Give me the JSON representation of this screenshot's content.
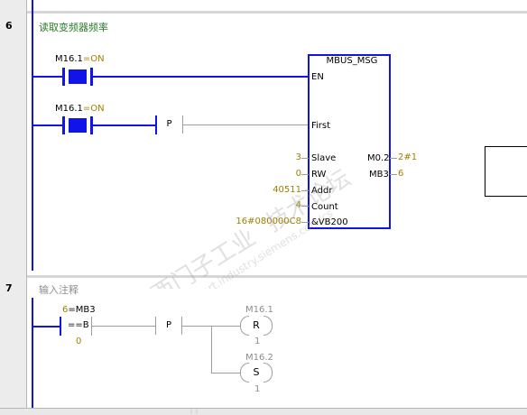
{
  "networks": [
    {
      "number": "6",
      "title": "读取变频器频率",
      "contacts": [
        {
          "address": "M16.1",
          "state": "=ON"
        },
        {
          "address": "M16.1",
          "state": "=ON"
        }
      ],
      "edge_label": "P",
      "block": {
        "name": "MBUS_MSG",
        "pins_left": [
          "EN",
          "First",
          "Slave",
          "RW",
          "Addr",
          "Count",
          "&VB200"
        ],
        "pins_right": [
          "M0.2",
          "MB3"
        ],
        "inputs": {
          "slave": "3",
          "rw": "0",
          "addr": "40511",
          "count": "4",
          "dataptr": "16#080000C8"
        },
        "outputs": {
          "done": "2#1",
          "error": "6"
        }
      }
    },
    {
      "number": "7",
      "title": "输入注释",
      "compare": {
        "operand1": "6",
        "operand1_sep": "=",
        "operand1_addr": "MB3",
        "operator": "==B",
        "operand2": "0"
      },
      "edge_label": "P",
      "coils": [
        {
          "address": "M16.1",
          "type": "R",
          "count": "1"
        },
        {
          "address": "M16.2",
          "type": "S",
          "count": "1"
        }
      ]
    }
  ],
  "watermark": {
    "text_cn": "西门子工业",
    "text_cn2": "技术论坛",
    "text_en": "support.industry.siemens.com/cs"
  },
  "colors": {
    "power_flow": "#1014e8",
    "no_flow": "#9e9e9e",
    "value_text": "#a08000",
    "title_text": "#2c7a2c"
  },
  "icons": {
    "scroll_grip": "grip-icon"
  }
}
